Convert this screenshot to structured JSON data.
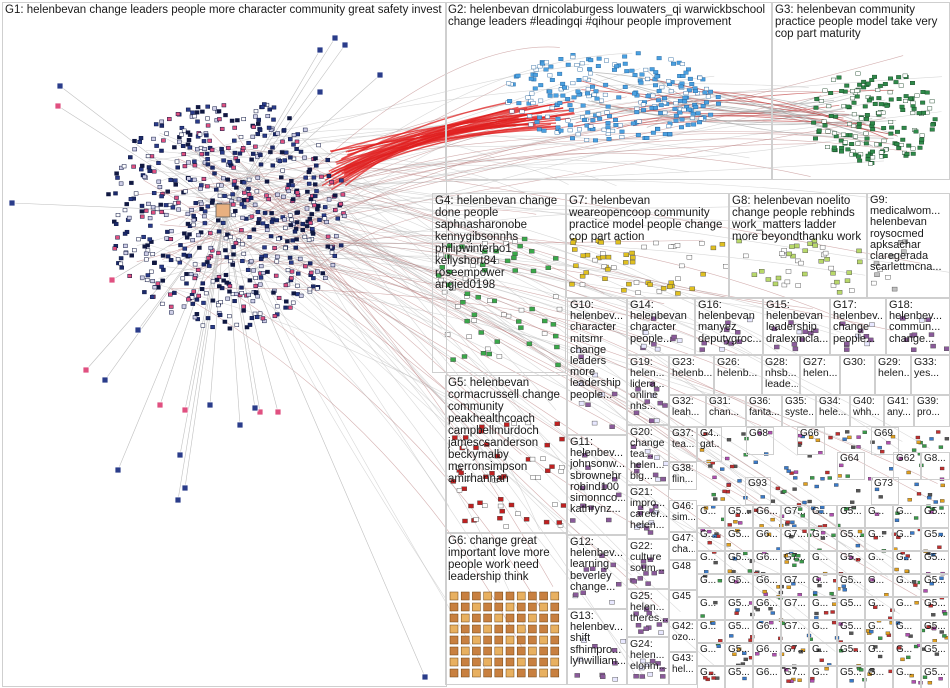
{
  "groups": [
    {
      "id": "g1",
      "label": "G1: helenbevan change leaders people more character community great safety invest",
      "color": "#1b2a6b"
    },
    {
      "id": "g2",
      "label": "G2: helenbevan drnicolaburgess louwaters_qi warwickbschool change leaders #leadingqi #qihour people improvement",
      "color": "#3d8fd6"
    },
    {
      "id": "g3",
      "label": "G3: helenbevan community practice people model take very cop part maturity",
      "color": "#1f6b3a"
    },
    {
      "id": "g4",
      "label": "G4: helenbevan change done people saphnasharonobe kennygibsonnhs philipwinterbo1 kellyshort84 roseempower angied0198",
      "color": "#3aa84a"
    },
    {
      "id": "g7",
      "label": "G7: helenbevan weareopencoop community practice model people change cop part action",
      "color": "#e0c020"
    },
    {
      "id": "g8",
      "label": "G8: helenbevan noelito change people rebhinds work_matters ladder more beyondthanku work",
      "color": "#b8d86a"
    },
    {
      "id": "g9",
      "label": "G9: medicalwom... helenbevan roysocmed apksachar claregerada scarlettmcna...",
      "color": "#d8d8d8"
    },
    {
      "id": "g5",
      "label": "G5: helenbevan cormacrussell change community peakhealthcoach campbellmurdoch jamescsanderson beckymalby merronsimpson amirhannan",
      "color": "#c02020"
    },
    {
      "id": "g6",
      "label": "G6: change great important love more people work need leadership think",
      "color": "#c88040"
    },
    {
      "id": "g10",
      "label": "G10: helenbev... character mitsmr change leaders more leadership people...",
      "color": "#7a7a7a"
    },
    {
      "id": "g11",
      "label": "G11: helenbev... johnsonw... sbrownehr robind100 simonnco... kathrynz...",
      "color": "#7a7a7a"
    },
    {
      "id": "g12",
      "label": "G12: helenbev... learning beverley change...",
      "color": "#7a7a7a"
    },
    {
      "id": "g13",
      "label": "G13: helenbev... shift sfhimpro... lynwilliam...",
      "color": "#7a7a7a"
    },
    {
      "id": "g14",
      "label": "G14: helenbevan character people...",
      "color": "#7a7a7a"
    },
    {
      "id": "g16",
      "label": "G16: helenbevan manyez deputygroc...",
      "color": "#7a7a7a"
    },
    {
      "id": "g15",
      "label": "G15: helenbevan leadership dralexmcla...",
      "color": "#7a7a7a"
    },
    {
      "id": "g17",
      "label": "G17: helenbev... change people...",
      "color": "#7a7a7a"
    },
    {
      "id": "g18",
      "label": "G18: helenbev... commun... change...",
      "color": "#7a7a7a"
    },
    {
      "id": "g19",
      "label": "G19: helen... lidera... online nhs...",
      "color": "#7a7a7a"
    },
    {
      "id": "g20",
      "label": "G20: change tea... helen... big...",
      "color": "#7a7a7a"
    },
    {
      "id": "g21",
      "label": "G21: impro... career... helen...",
      "color": "#7a7a7a"
    },
    {
      "id": "g22",
      "label": "G22: culture soum...",
      "color": "#7a7a7a"
    },
    {
      "id": "g25",
      "label": "G25: helen... theres...",
      "color": "#7a7a7a"
    },
    {
      "id": "g24",
      "label": "G24: helen... elonm...",
      "color": "#7a7a7a"
    },
    {
      "id": "g23",
      "label": "G23: helenb...",
      "color": "#7a7a7a"
    },
    {
      "id": "g26",
      "label": "G26: helenb...",
      "color": "#7a7a7a"
    },
    {
      "id": "g28",
      "label": "G28: nhsb... leade...",
      "color": "#7a7a7a"
    },
    {
      "id": "g27",
      "label": "G27: helen...",
      "color": "#7a7a7a"
    },
    {
      "id": "g30",
      "label": "G30:",
      "color": "#7a7a7a"
    },
    {
      "id": "g29",
      "label": "G29: helen...",
      "color": "#7a7a7a"
    },
    {
      "id": "g33",
      "label": "G33: yes...",
      "color": "#7a7a7a"
    },
    {
      "id": "g32",
      "label": "G32: leah...",
      "color": "#7a7a7a"
    },
    {
      "id": "g31",
      "label": "G31: chan...",
      "color": "#7a7a7a"
    },
    {
      "id": "g36",
      "label": "G36: fanta...",
      "color": "#7a7a7a"
    },
    {
      "id": "g35",
      "label": "G35: syste...",
      "color": "#7a7a7a"
    },
    {
      "id": "g34",
      "label": "G34: hele...",
      "color": "#7a7a7a"
    },
    {
      "id": "g40",
      "label": "G40: whh...",
      "color": "#7a7a7a"
    },
    {
      "id": "g41",
      "label": "G41: any...",
      "color": "#7a7a7a"
    },
    {
      "id": "g39",
      "label": "G39: pro...",
      "color": "#7a7a7a"
    },
    {
      "id": "g37",
      "label": "G37: tea...",
      "color": "#7a7a7a"
    },
    {
      "id": "g4b",
      "label": "G4... gat...",
      "color": "#7a7a7a"
    },
    {
      "id": "g38",
      "label": "G38: flin...",
      "color": "#7a7a7a"
    },
    {
      "id": "g46",
      "label": "G46: sim...",
      "color": "#7a7a7a"
    },
    {
      "id": "g47",
      "label": "G47: cha...",
      "color": "#7a7a7a"
    },
    {
      "id": "g48",
      "label": "G48",
      "color": "#7a7a7a"
    },
    {
      "id": "g45",
      "label": "G45",
      "color": "#7a7a7a"
    },
    {
      "id": "g42",
      "label": "G42: ozo...",
      "color": "#7a7a7a"
    },
    {
      "id": "g43",
      "label": "G43: hel...",
      "color": "#7a7a7a"
    },
    {
      "id": "g68",
      "label": "G68",
      "color": "#7a7a7a"
    },
    {
      "id": "g66",
      "label": "G66",
      "color": "#7a7a7a"
    },
    {
      "id": "g69",
      "label": "G69",
      "color": "#7a7a7a"
    },
    {
      "id": "g64",
      "label": "G64",
      "color": "#7a7a7a"
    },
    {
      "id": "g62",
      "label": "G62",
      "color": "#7a7a7a"
    },
    {
      "id": "g8b",
      "label": "G8...",
      "color": "#7a7a7a"
    },
    {
      "id": "g93",
      "label": "G93",
      "color": "#7a7a7a"
    },
    {
      "id": "g73",
      "label": "G73",
      "color": "#7a7a7a"
    }
  ],
  "small_cell_labels": [
    "G...",
    "G5...",
    "G6...",
    "G7...",
    "G...",
    "G5...",
    "G...",
    "G...",
    "G5..."
  ]
}
